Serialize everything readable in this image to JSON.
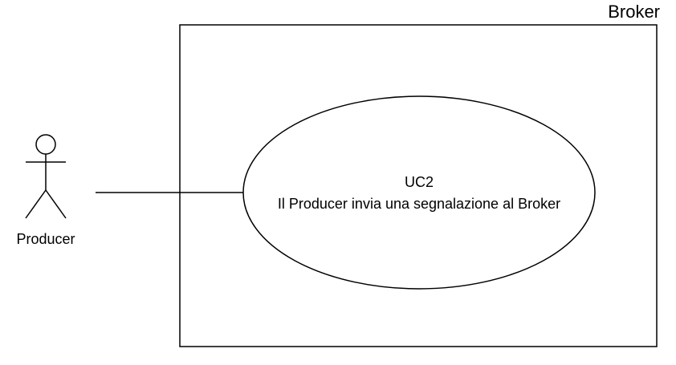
{
  "diagram": {
    "type": "use-case",
    "system_boundary": {
      "label": "Broker"
    },
    "actor": {
      "name": "Producer"
    },
    "use_case": {
      "id": "UC2",
      "text": "Il Producer invia una segnalazione al Broker"
    },
    "association": {
      "from": "Producer",
      "to": "UC2"
    },
    "colors": {
      "stroke": "#000000",
      "background": "#ffffff"
    }
  }
}
